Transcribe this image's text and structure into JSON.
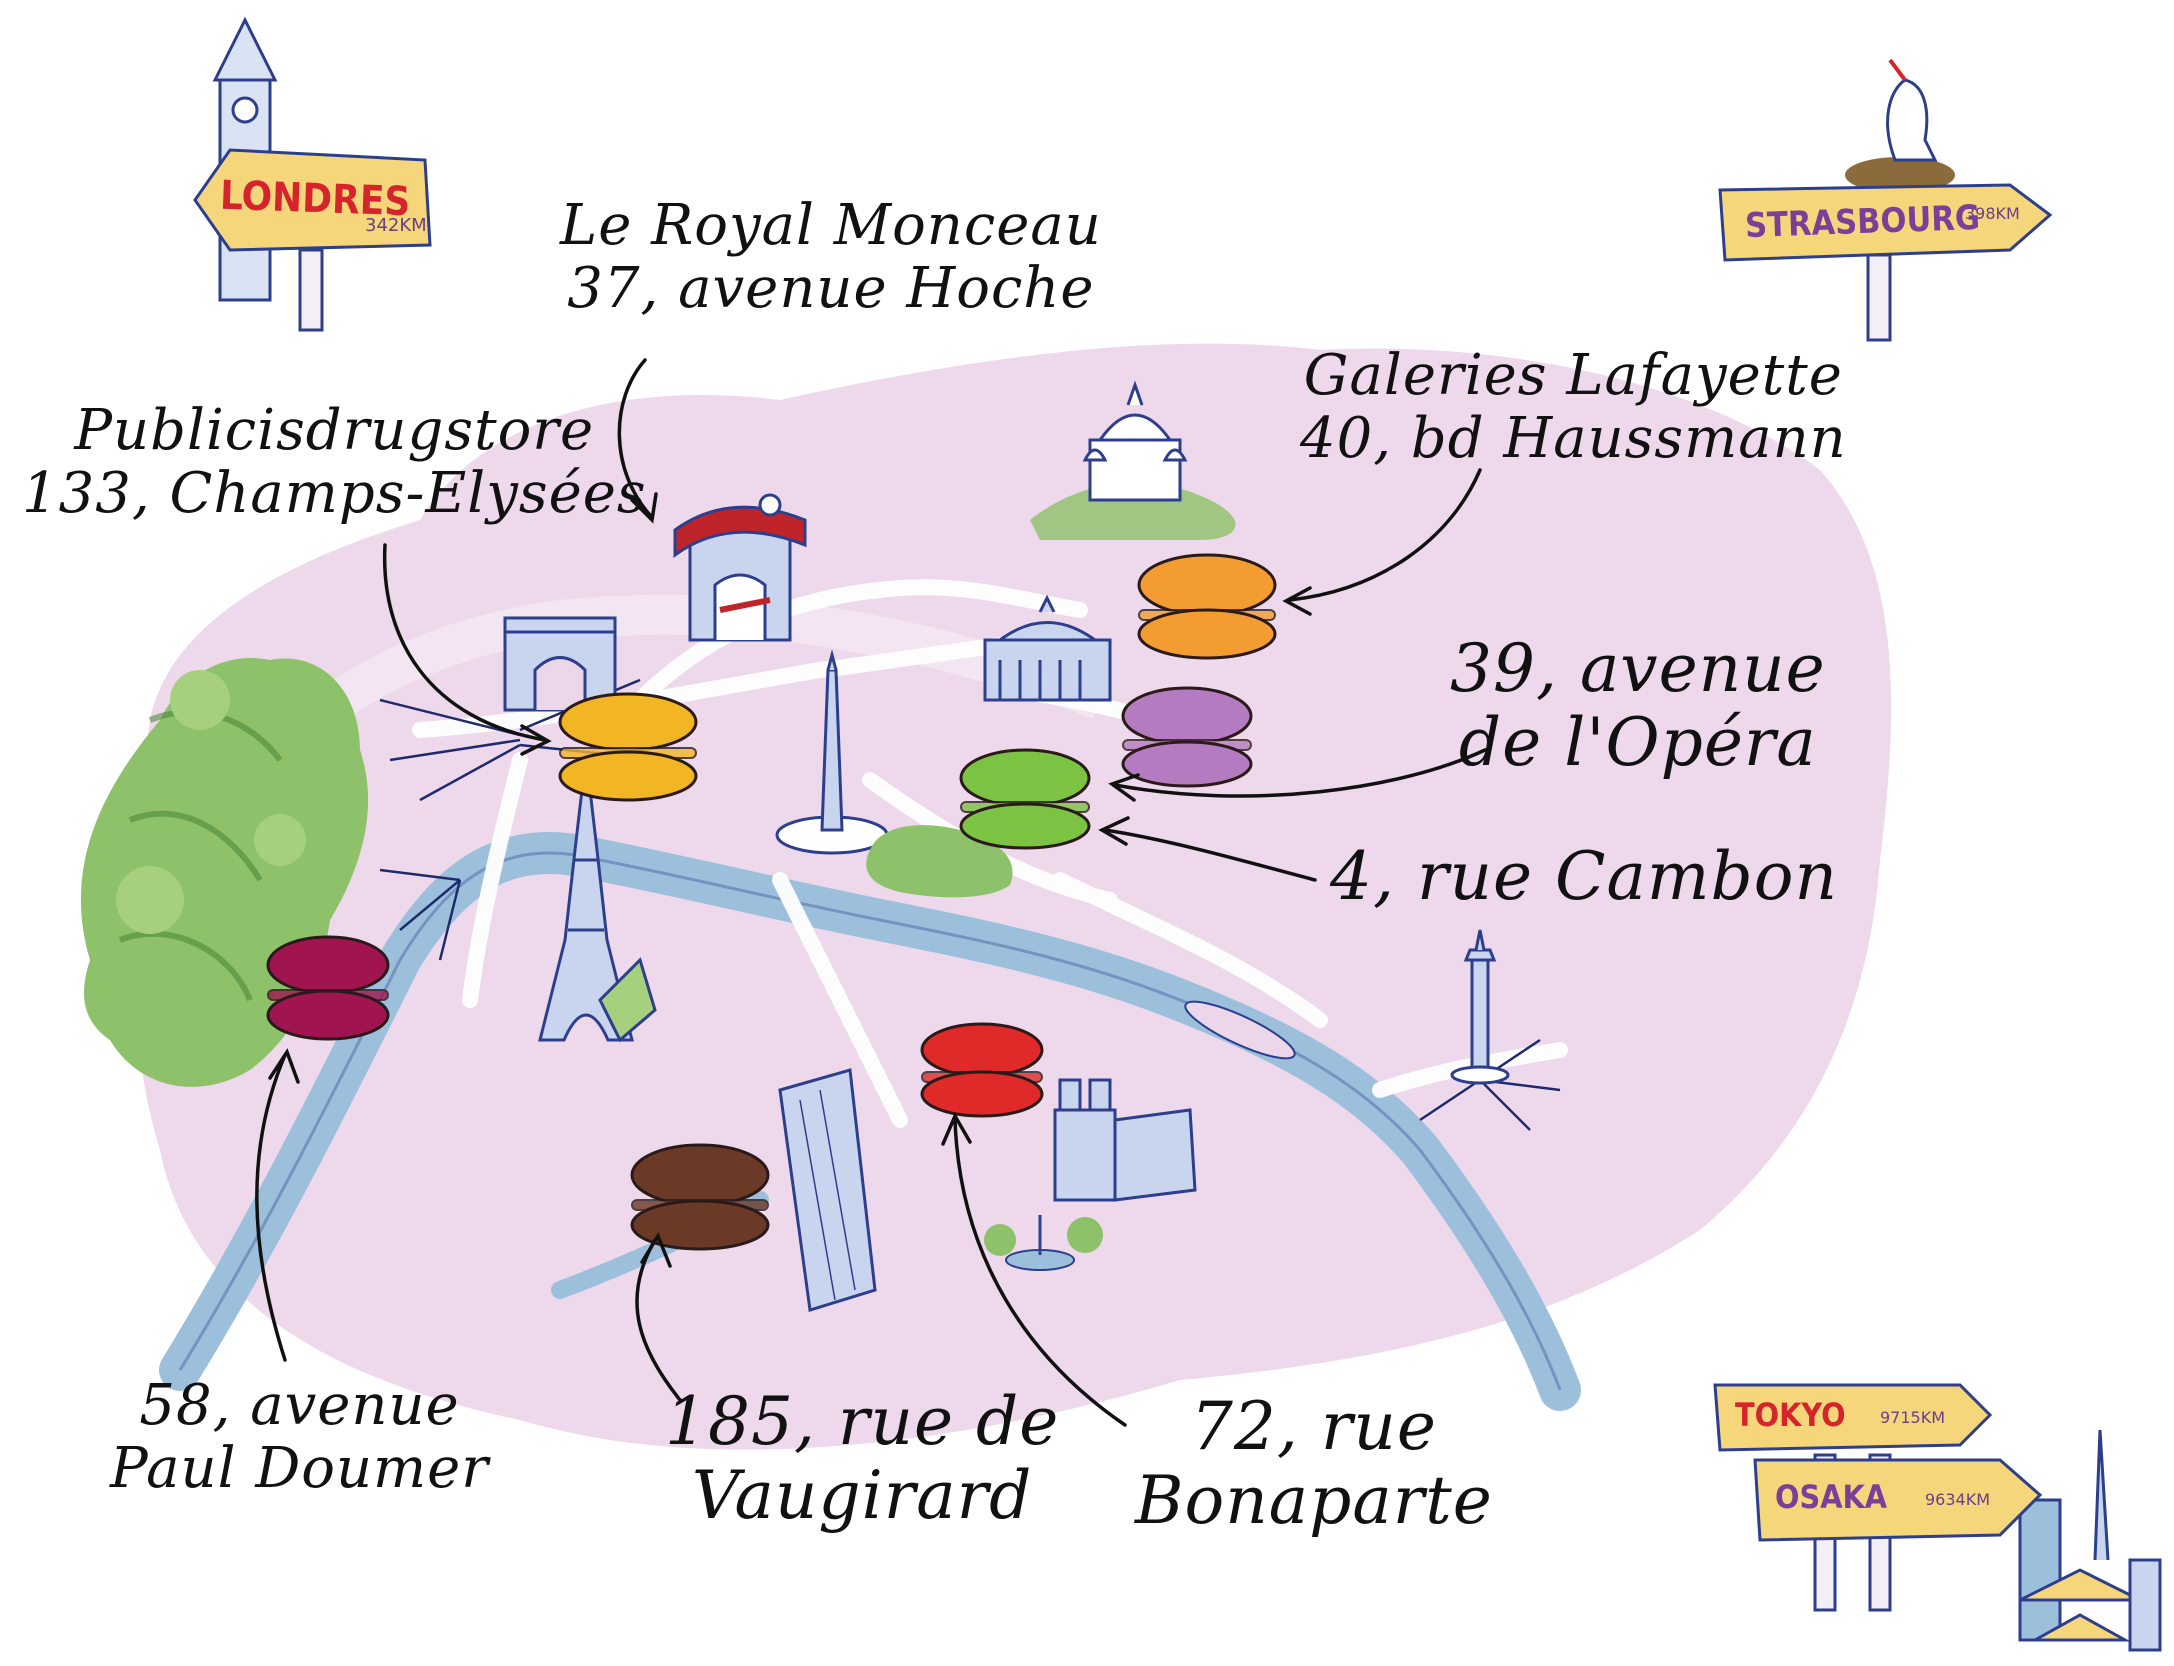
{
  "colors": {
    "map_area": "#ecd7ea",
    "river": "#9cc0dc",
    "park": "#8dc16a",
    "sign": "#f6d67a",
    "ink": "#1f2a6b"
  },
  "signs": {
    "londres": {
      "name": "LONDRES",
      "distance": "342KM",
      "name_color": "#d6242c",
      "icon": "big-ben-icon"
    },
    "strasbourg": {
      "name": "STRASBOURG",
      "distance": "398KM",
      "name_color": "#7a3f98",
      "icon": "stork-nest-icon"
    },
    "tokyo": {
      "name": "TOKYO",
      "distance": "9715KM",
      "name_color": "#d6242c",
      "icon": "pagoda-icon"
    },
    "osaka": {
      "name": "OSAKA",
      "distance": "9634KM",
      "name_color": "#7a3f98"
    }
  },
  "locations": {
    "royal_monceau": {
      "line1": "Le Royal Monceau",
      "line2": "37, avenue Hoche"
    },
    "drugstore": {
      "line1": "Publicisdrugstore",
      "line2": "133, Champs-Elysées"
    },
    "lafayette": {
      "line1": "Galeries Lafayette",
      "line2": "40, bd Haussmann"
    },
    "opera": {
      "line1": "39, avenue",
      "line2": "de l'Opéra"
    },
    "cambon": {
      "line1": "4, rue Cambon"
    },
    "doumer": {
      "line1": "58, avenue",
      "line2": "Paul Doumer"
    },
    "vaugirard": {
      "line1": "185, rue de",
      "line2": "Vaugirard"
    },
    "bonaparte": {
      "line1": "72, rue",
      "line2": "Bonaparte"
    }
  },
  "macarons": [
    {
      "id": "champs",
      "color": "#f2b524",
      "icon": "macaron-icon"
    },
    {
      "id": "lafayette",
      "color": "#f39c32",
      "icon": "macaron-icon"
    },
    {
      "id": "opera",
      "color": "#b47bc0",
      "icon": "macaron-icon"
    },
    {
      "id": "cambon",
      "color": "#7cc243",
      "icon": "macaron-icon"
    },
    {
      "id": "doumer",
      "color": "#a0154f",
      "icon": "macaron-icon"
    },
    {
      "id": "bonaparte",
      "color": "#e02a2a",
      "icon": "macaron-icon"
    },
    {
      "id": "vaugirard",
      "color": "#6b3a26",
      "icon": "macaron-icon"
    }
  ],
  "landmarks": [
    "arc-de-triomphe-icon",
    "eiffel-tower-icon",
    "obelisk-icon",
    "opera-garnier-icon",
    "sacre-coeur-icon",
    "royal-monceau-hotel-icon",
    "bastille-column-icon",
    "saint-sulpice-icon",
    "montparnasse-tower-icon",
    "luxembourg-fountain-icon",
    "bois-de-boulogne-icon"
  ]
}
